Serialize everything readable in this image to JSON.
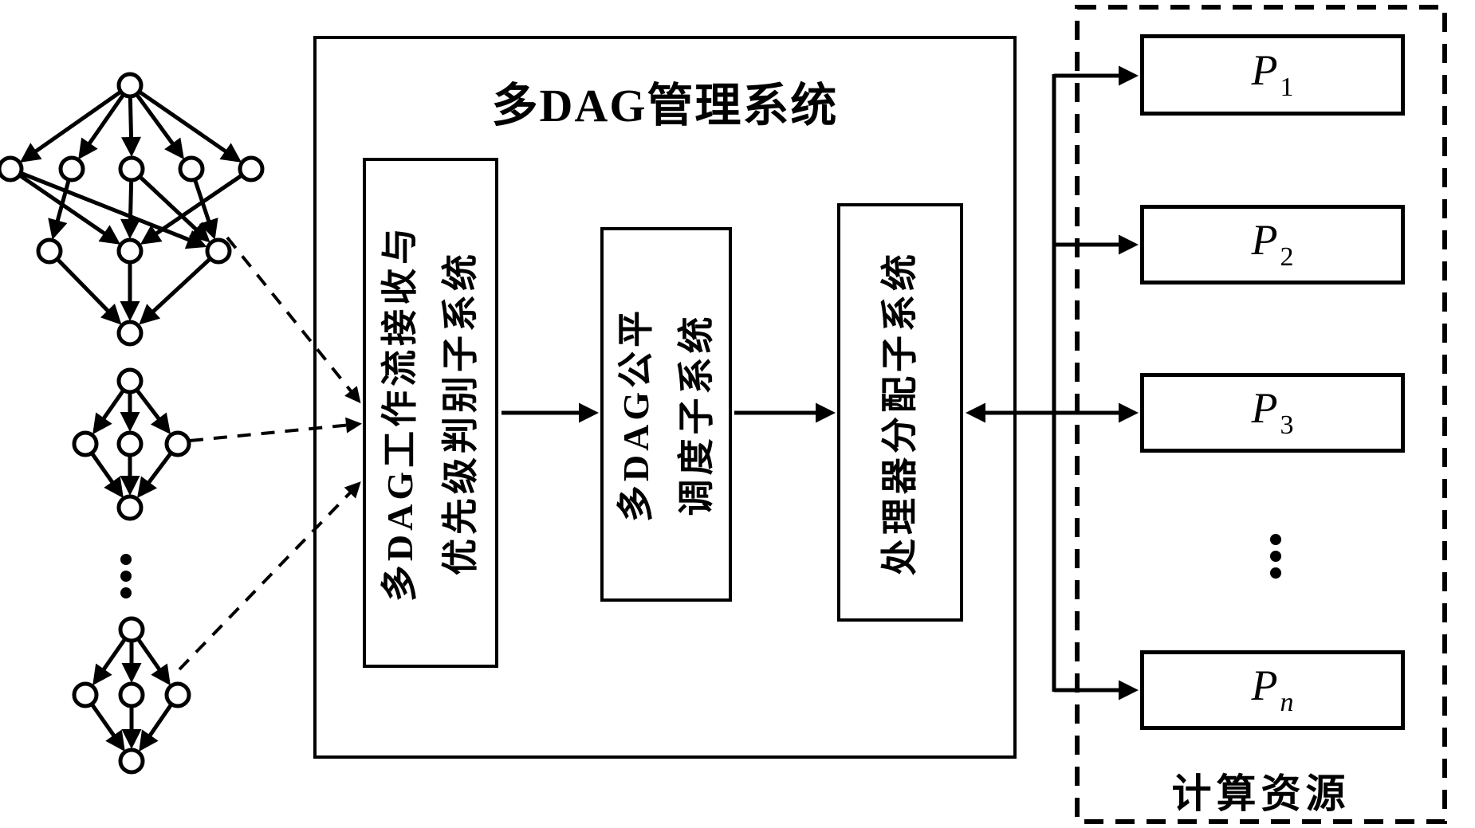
{
  "diagram": {
    "title": "多DAG管理系统",
    "subsystems": [
      {
        "name": "dag-receive-priority-subsystem",
        "lines": [
          "多DAG工作流接收与",
          "优先级判别子系统"
        ]
      },
      {
        "name": "fair-scheduling-subsystem",
        "lines": [
          "多DAG公平",
          "调度子系统"
        ]
      },
      {
        "name": "processor-allocation-subsystem",
        "lines": [
          "处理器分配子系统"
        ]
      }
    ],
    "resources": {
      "label": "计算资源",
      "processors": [
        {
          "base": "P",
          "sub": "1"
        },
        {
          "base": "P",
          "sub": "2"
        },
        {
          "base": "P",
          "sub": "3"
        },
        {
          "base": "P",
          "sub": "n"
        }
      ],
      "ellipsis_symbol": "⋮"
    },
    "inputs": {
      "description_symbols": {
        "dag_list_ellipsis": "⋮"
      }
    }
  }
}
